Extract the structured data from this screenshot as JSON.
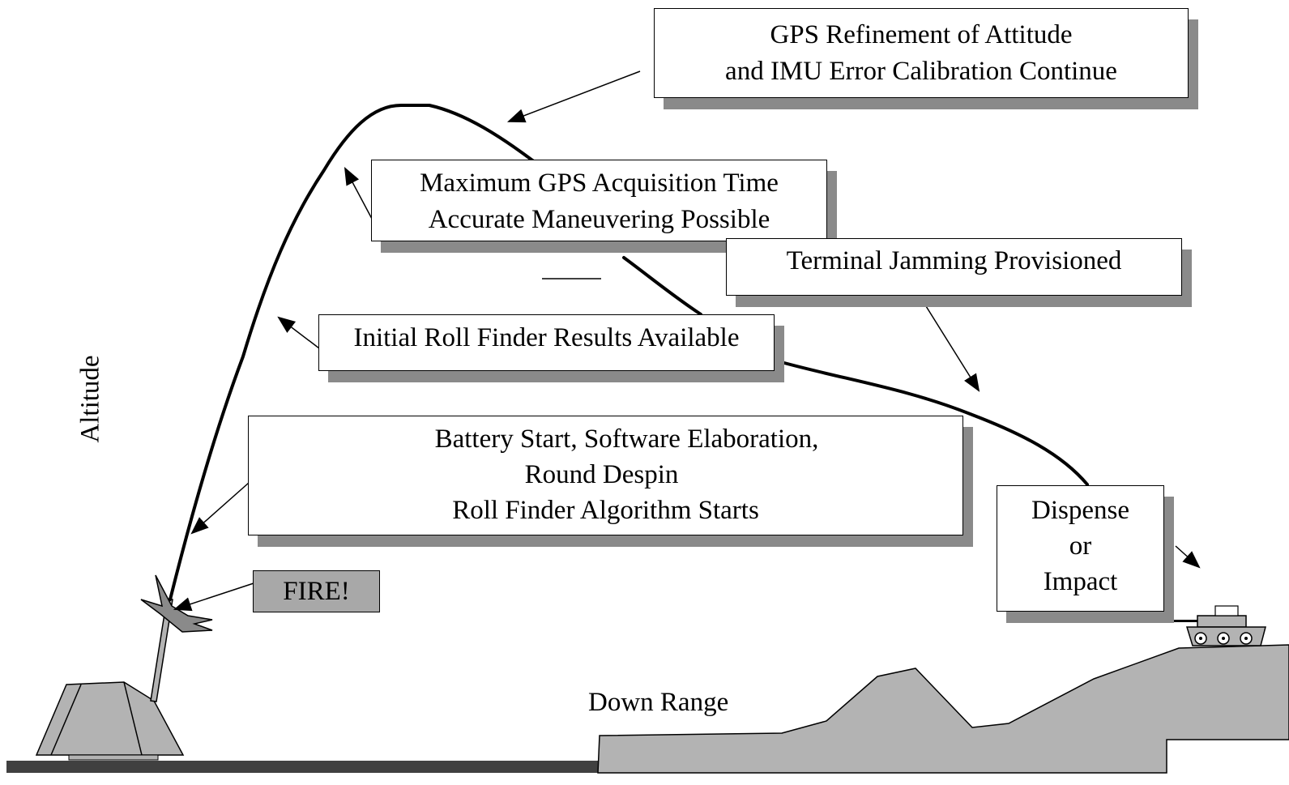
{
  "boxes": {
    "gps_refinement": {
      "lines": [
        "GPS Refinement of Attitude",
        "and IMU Error Calibration Continue"
      ]
    },
    "max_gps": {
      "lines": [
        "Maximum GPS Acquisition Time",
        "Accurate Maneuvering Possible"
      ]
    },
    "terminal_jamming": {
      "lines": [
        "Terminal Jamming Provisioned"
      ]
    },
    "roll_finder_results": {
      "lines": [
        "Initial Roll Finder Results Available"
      ]
    },
    "battery_start": {
      "lines": [
        "Battery Start, Software Elaboration,",
        "Round Despin",
        "Roll Finder Algorithm Starts"
      ]
    },
    "dispense": {
      "lines": [
        "Dispense",
        "or",
        "Impact"
      ]
    }
  },
  "fire_label": "FIRE!",
  "axis": {
    "y_label": "Altitude",
    "x_label": "Down Range"
  },
  "colors": {
    "shadow": "#8a8a8a",
    "terrain": "#b3b3b3",
    "fire_box": "#a8a8a8",
    "ground_bar": "#404040"
  }
}
